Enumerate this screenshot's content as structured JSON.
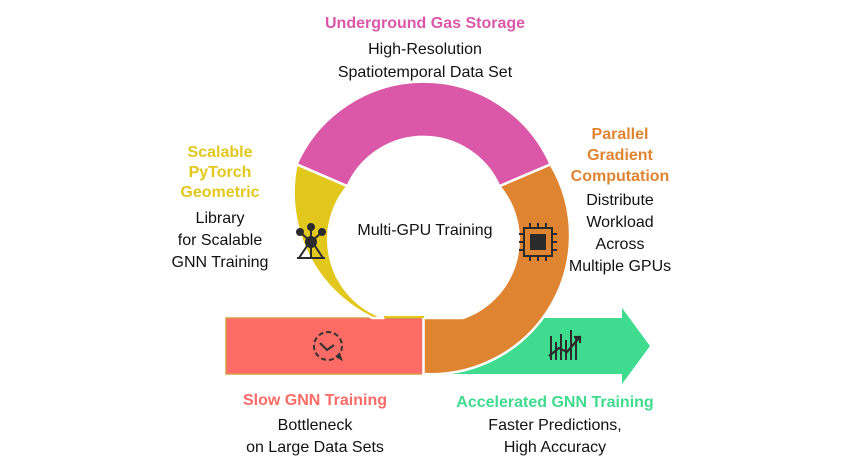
{
  "center_label": "Multi-GPU Training",
  "top": {
    "title": "Underground Gas Storage",
    "desc": [
      "High-Resolution",
      "Spatiotemporal Data Set"
    ],
    "color": "#db57a8"
  },
  "left": {
    "title": [
      "Scalable",
      "PyTorch",
      "Geometric"
    ],
    "desc": [
      "Library",
      "for Scalable",
      "GNN Training"
    ],
    "color": "#e2c71d",
    "icon": "atom-network-icon"
  },
  "right": {
    "title": [
      "Parallel",
      "Gradient",
      "Computation"
    ],
    "desc": [
      "Distribute",
      "Workload",
      "Across",
      "Multiple GPUs"
    ],
    "color": "#df8430",
    "icon": "gpu-chip-icon"
  },
  "bottom_left": {
    "title": "Slow GNN Training",
    "desc": [
      "Bottleneck",
      "on Large Data Sets"
    ],
    "color": "#fd6b66",
    "icon": "slow-gauge-icon"
  },
  "bottom_right": {
    "title": "Accelerated GNN Training",
    "desc": [
      "Faster Predictions,",
      "High Accuracy"
    ],
    "color": "#3fdb8f",
    "icon": "rising-chart-icon"
  }
}
